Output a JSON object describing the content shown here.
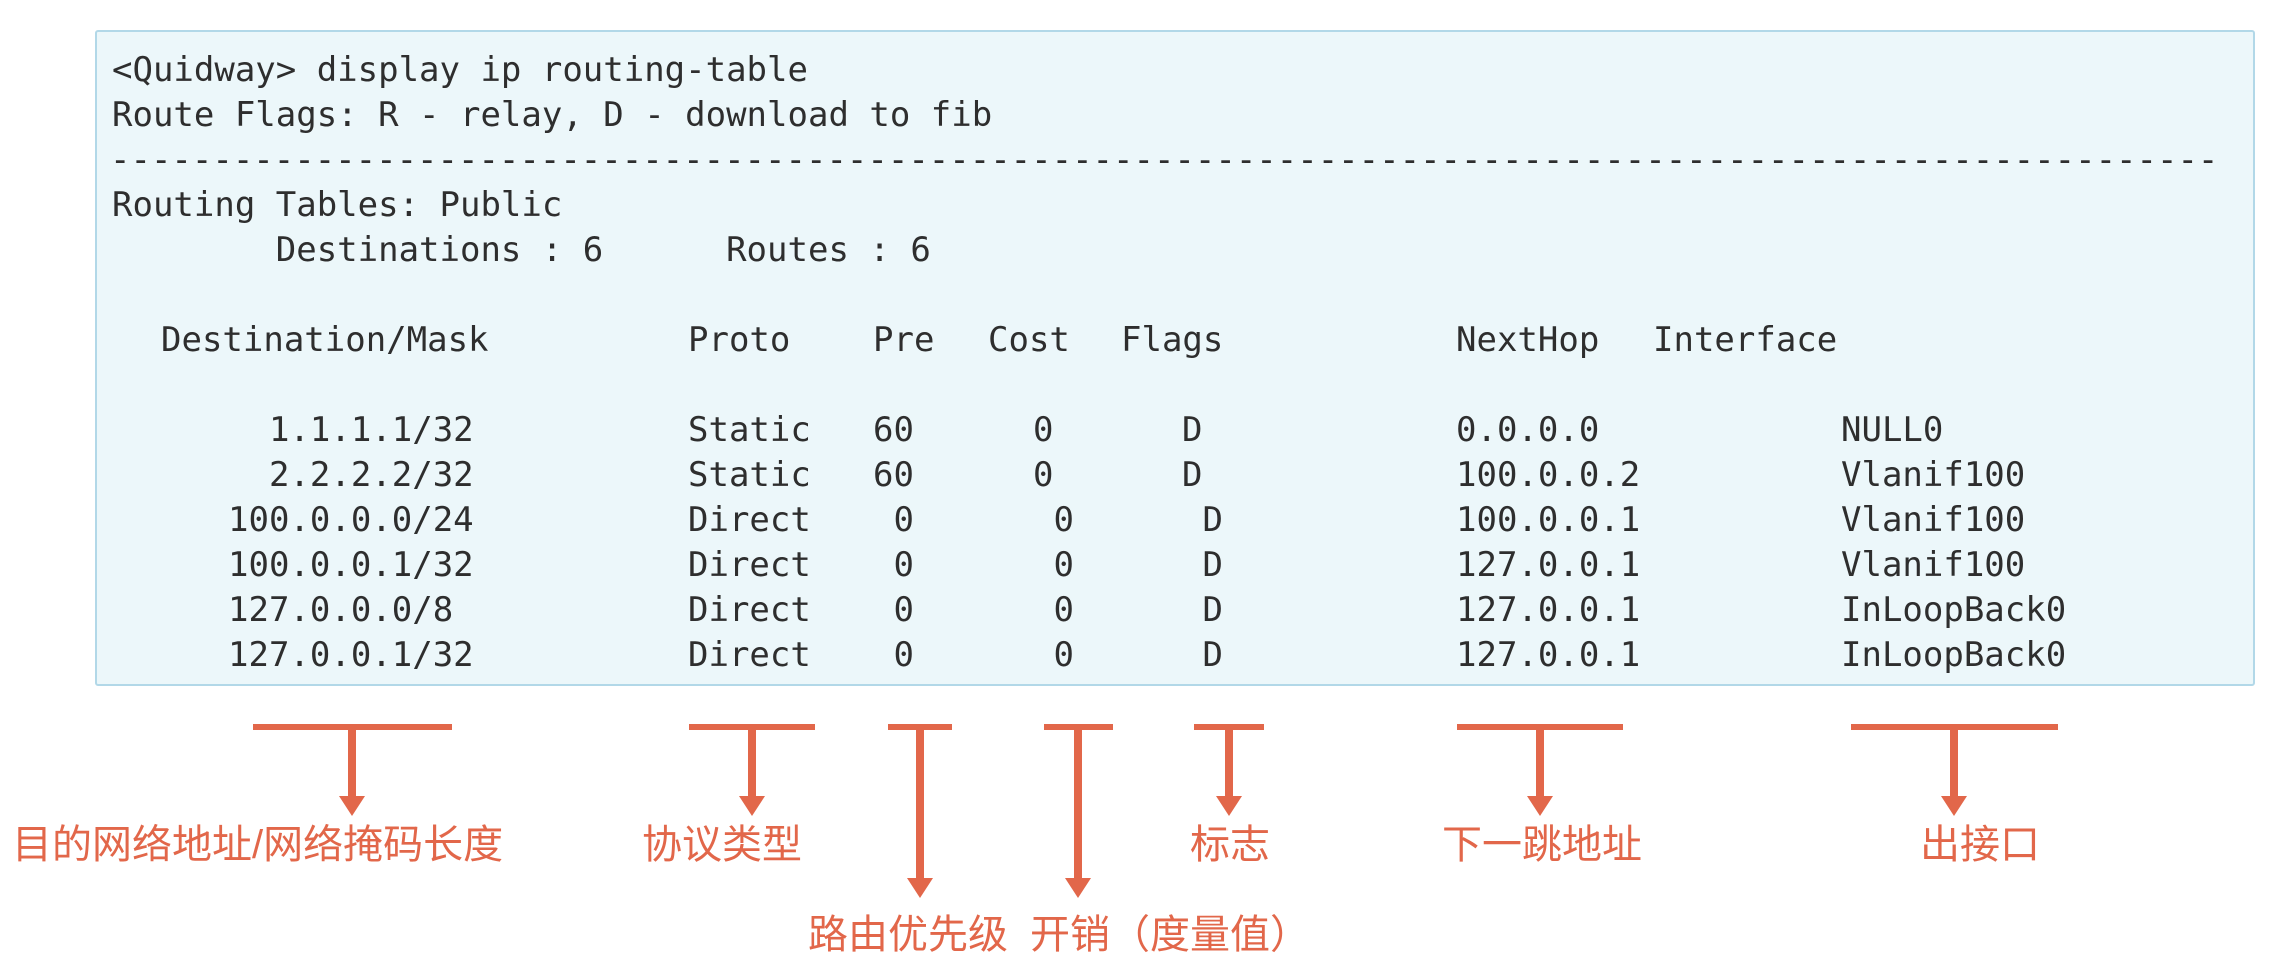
{
  "console": {
    "command_line": "<Quidway> display ip routing-table",
    "route_flags_line": "Route Flags: R - relay, D - download to fib",
    "separator": "-------------------------------------------------------------------------------------------------------",
    "routing_tables_line": "Routing Tables: Public",
    "summary_line": "        Destinations : 6      Routes : 6",
    "destinations_count": "6",
    "routes_count": "6",
    "headers": {
      "destination_mask": "Destination/Mask",
      "proto": "Proto",
      "pre": "Pre",
      "cost": "Cost",
      "flags": "Flags",
      "nexthop": "NextHop",
      "interface": "Interface"
    },
    "routes": [
      {
        "dest": "  1.1.1.1/32",
        "proto": "Static",
        "pre": "60",
        "cost": "0",
        "flags": "D",
        "nexthop": "0.0.0.0",
        "interface": "NULL0"
      },
      {
        "dest": "  2.2.2.2/32",
        "proto": "Static",
        "pre": "60",
        "cost": "0",
        "flags": "D",
        "nexthop": "100.0.0.2",
        "interface": "Vlanif100"
      },
      {
        "dest": "100.0.0.0/24",
        "proto": "Direct",
        "pre": " 0",
        "cost": " 0",
        "flags": " D",
        "nexthop": "100.0.0.1",
        "interface": "Vlanif100"
      },
      {
        "dest": "100.0.0.1/32",
        "proto": "Direct",
        "pre": " 0",
        "cost": " 0",
        "flags": " D",
        "nexthop": "127.0.0.1",
        "interface": "Vlanif100"
      },
      {
        "dest": "127.0.0.0/8",
        "proto": "Direct",
        "pre": " 0",
        "cost": " 0",
        "flags": " D",
        "nexthop": "127.0.0.1",
        "interface": "InLoopBack0"
      },
      {
        "dest": "127.0.0.1/32",
        "proto": "Direct",
        "pre": " 0",
        "cost": " 0",
        "flags": " D",
        "nexthop": "127.0.0.1",
        "interface": "InLoopBack0"
      }
    ]
  },
  "annotations": [
    {
      "column": "Destination/Mask",
      "label": "目的网络地址/网络掩码长度"
    },
    {
      "column": "Proto",
      "label": "协议类型"
    },
    {
      "column": "Pre",
      "label": "路由优先级"
    },
    {
      "column": "Cost",
      "label": "开销（度量值）"
    },
    {
      "column": "Flags",
      "label": "标志"
    },
    {
      "column": "NextHop",
      "label": "下一跳地址"
    },
    {
      "column": "Interface",
      "label": "出接口"
    }
  ],
  "colors": {
    "accent": "#e2674a",
    "console_bg": "#ecf7fa",
    "console_border": "#b2d8e8",
    "console_text": "#2e2e2e"
  }
}
